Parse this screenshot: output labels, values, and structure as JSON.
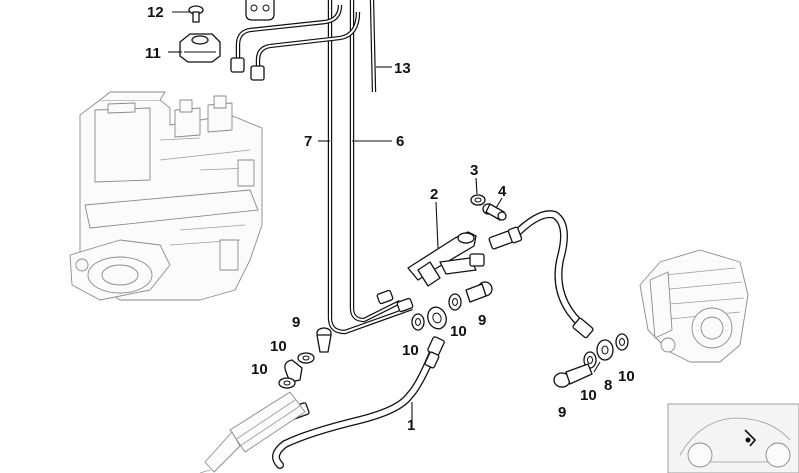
{
  "diagram": {
    "callouts": [
      {
        "id": "c12",
        "text": "12"
      },
      {
        "id": "c11",
        "text": "11"
      },
      {
        "id": "c13",
        "text": "13"
      },
      {
        "id": "c7",
        "text": "7"
      },
      {
        "id": "c6",
        "text": "6"
      },
      {
        "id": "c3",
        "text": "3"
      },
      {
        "id": "c4",
        "text": "4"
      },
      {
        "id": "c2",
        "text": "2"
      },
      {
        "id": "c9a",
        "text": "9"
      },
      {
        "id": "c9b",
        "text": "9"
      },
      {
        "id": "c9c",
        "text": "9"
      },
      {
        "id": "c10a",
        "text": "10"
      },
      {
        "id": "c10b",
        "text": "10"
      },
      {
        "id": "c10c",
        "text": "10"
      },
      {
        "id": "c10d",
        "text": "10"
      },
      {
        "id": "c10e",
        "text": "10"
      },
      {
        "id": "c10f",
        "text": "10"
      },
      {
        "id": "c8",
        "text": "8"
      },
      {
        "id": "c1",
        "text": "1"
      }
    ]
  }
}
